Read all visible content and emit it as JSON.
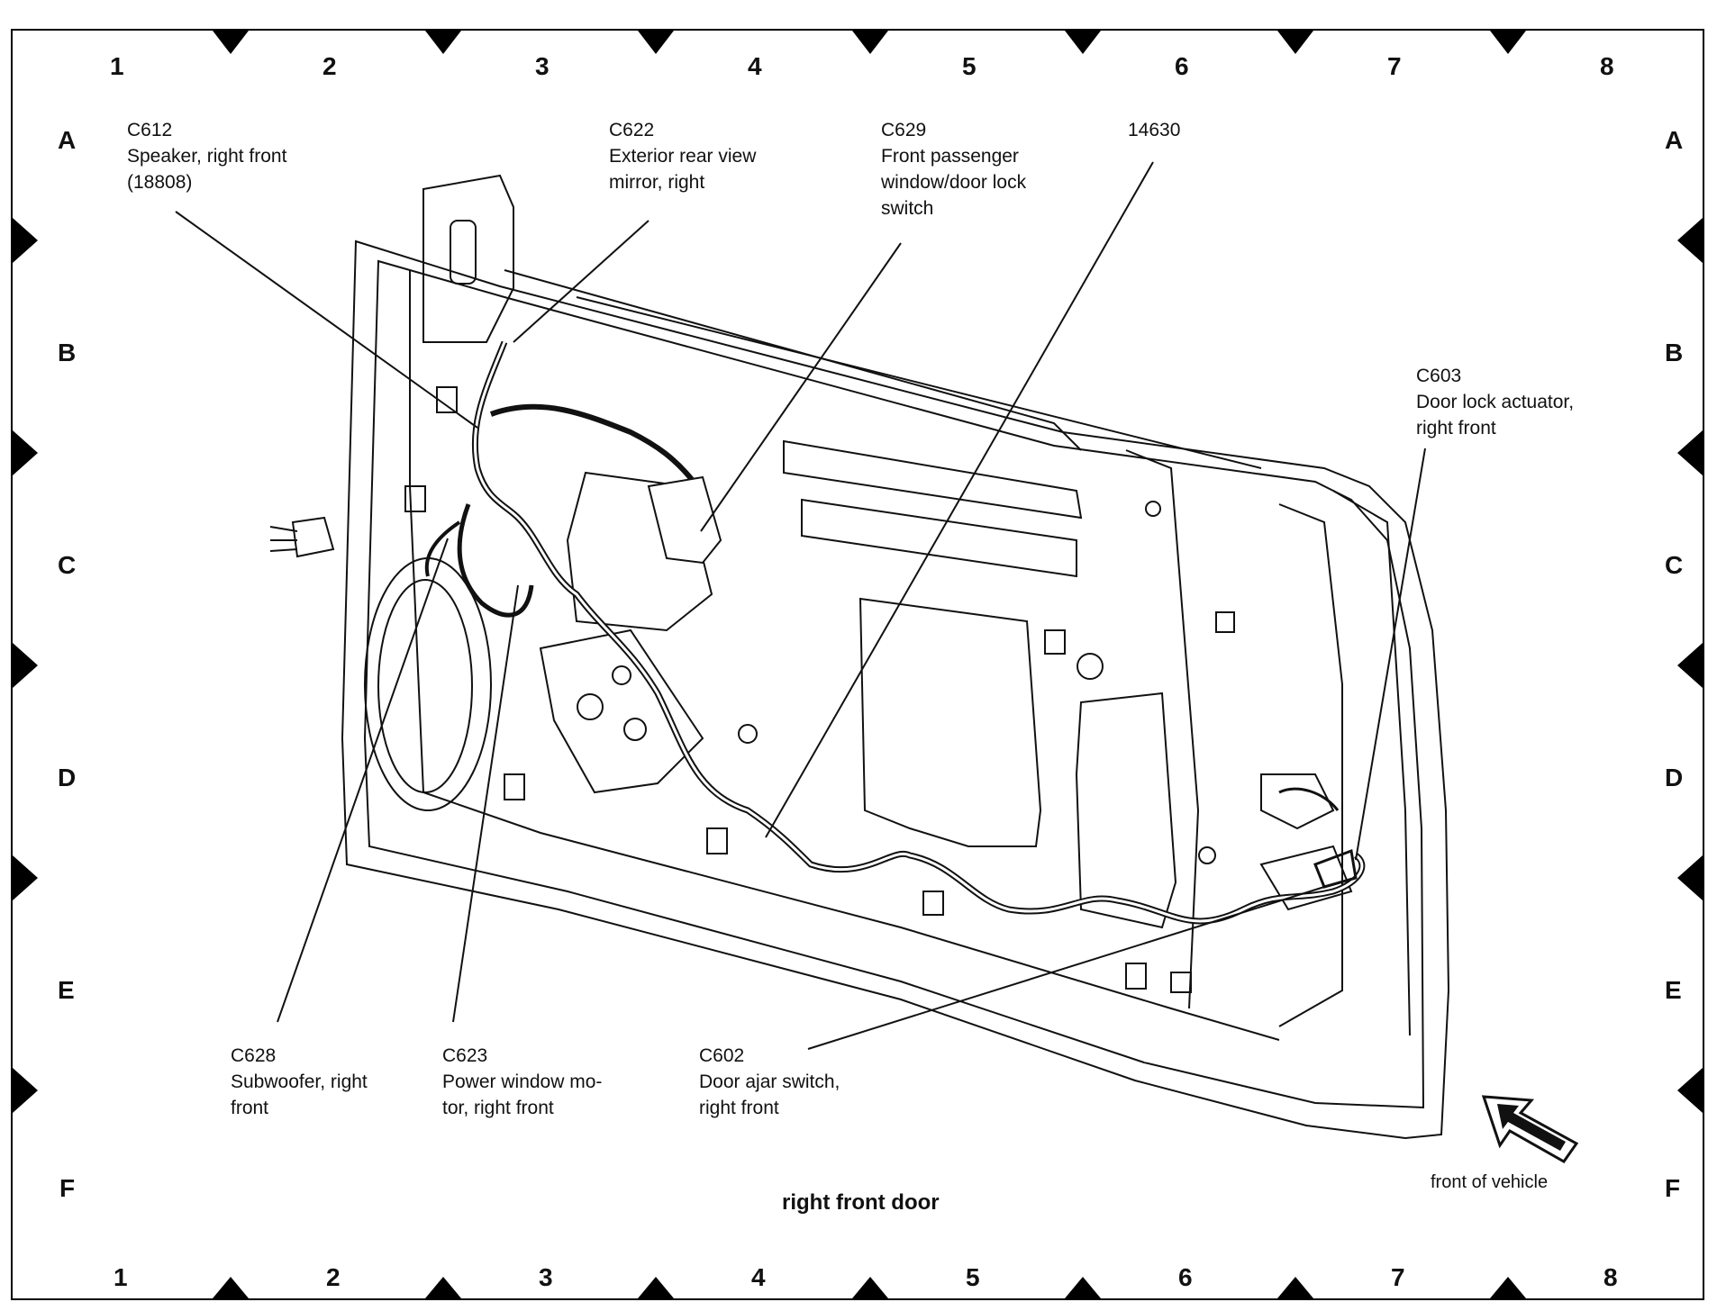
{
  "grid": {
    "columns": [
      "1",
      "2",
      "3",
      "4",
      "5",
      "6",
      "7",
      "8"
    ],
    "rows": [
      "A",
      "B",
      "C",
      "D",
      "E",
      "F"
    ]
  },
  "callouts": {
    "c612": [
      "C612",
      "Speaker, right front",
      "(18808)"
    ],
    "c622": [
      "C622",
      "Exterior rear view",
      "mirror, right"
    ],
    "c629": [
      "C629",
      "Front passenger",
      "window/door lock",
      "switch"
    ],
    "h14630": [
      "14630"
    ],
    "c603": [
      "C603",
      "Door lock actuator,",
      "right front"
    ],
    "c628": [
      "C628",
      "Subwoofer, right",
      "front"
    ],
    "c623": [
      "C623",
      "Power window mo-",
      "tor, right front"
    ],
    "c602": [
      "C602",
      "Door ajar switch,",
      "right front"
    ]
  },
  "caption": "right front door",
  "front_label": "front of vehicle",
  "colors": {
    "ink": "#111111",
    "paper": "#ffffff"
  },
  "icons": {
    "front_arrow": "outlined-arrow-up-left-icon"
  }
}
